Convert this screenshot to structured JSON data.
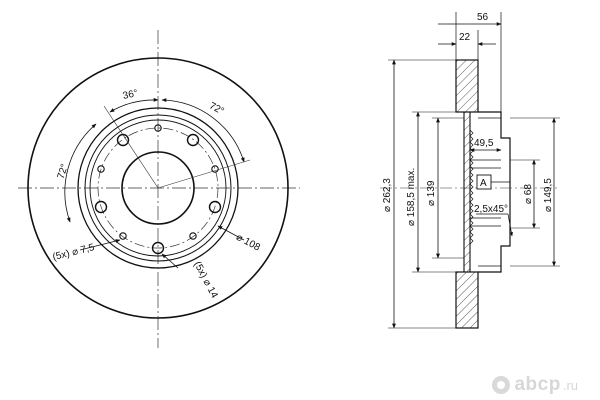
{
  "front_view": {
    "dims": {
      "angle_36": "36°",
      "angle_72_top": "72°",
      "angle_72_left": "72°",
      "bolt_circle": "⌀ 108",
      "small_holes": "(5x) ⌀ 7,5",
      "large_holes": "(5x) ⌀ 14"
    }
  },
  "side_view": {
    "dims": {
      "width_total": "56",
      "width_hub": "22",
      "diameter_outer": "⌀ 262,3",
      "diameter_friction": "⌀ 158,5 max.",
      "diameter_hat": "⌀ 139",
      "depth_hat": "49,5",
      "datum": "A",
      "diameter_center": "⌀ 68",
      "diameter_hub": "⌀ 149,5",
      "chamfer": "2,5x45°"
    }
  },
  "brand": {
    "name": "abcp",
    "tld": ".ru"
  }
}
